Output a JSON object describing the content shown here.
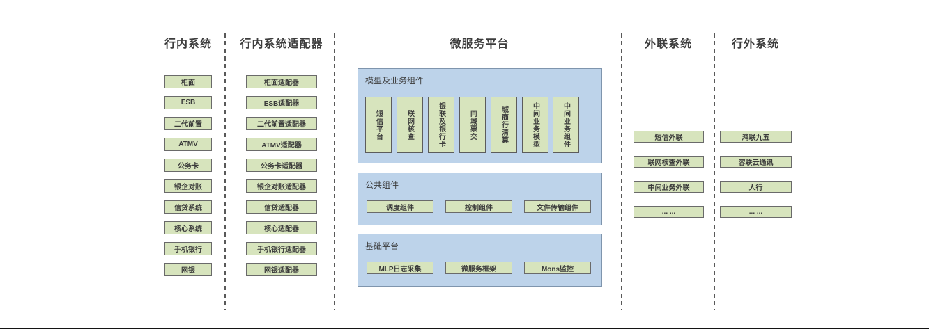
{
  "columns": {
    "internal": {
      "header": "行内系统",
      "items": [
        "柜面",
        "ESB",
        "二代前置",
        "ATMV",
        "公务卡",
        "银企对账",
        "信贷系统",
        "核心系统",
        "手机银行",
        "网银"
      ]
    },
    "adapters": {
      "header": "行内系统适配器",
      "items": [
        "柜面适配器",
        "ESB适配器",
        "二代前置适配器",
        "ATMV适配器",
        "公务卡适配器",
        "银企对账适配器",
        "信贷适配器",
        "核心适配器",
        "手机银行适配器",
        "网银适配器"
      ]
    },
    "platform": {
      "header": "微服务平台",
      "model_panel": {
        "title": "模型及业务组件",
        "items": [
          "短信平台",
          "联网核查",
          "银联及银行卡",
          "同城票交",
          "城商行清算",
          "中间业务模型",
          "中间业务组件"
        ]
      },
      "common_panel": {
        "title": "公共组件",
        "items": [
          "调度组件",
          "控制组件",
          "文件传输组件"
        ]
      },
      "base_panel": {
        "title": "基础平台",
        "items": [
          "MLP日志采集",
          "微服务框架",
          "Mons监控"
        ]
      }
    },
    "outreach": {
      "header": "外联系统",
      "items": [
        "短信外联",
        "联网核查外联",
        "中间业务外联",
        "... ..."
      ]
    },
    "external": {
      "header": "行外系统",
      "items": [
        "鸿联九五",
        "容联云通讯",
        "人行",
        "... ..."
      ]
    }
  },
  "colors": {
    "green_fill": "#d7e4bd",
    "green_border": "#6a6a6a",
    "blue_fill": "#bdd3ea",
    "blue_border": "#7f95ad",
    "text_dark": "#3b3b3b",
    "divider_color": "#595959",
    "baseline_color": "#141414"
  }
}
